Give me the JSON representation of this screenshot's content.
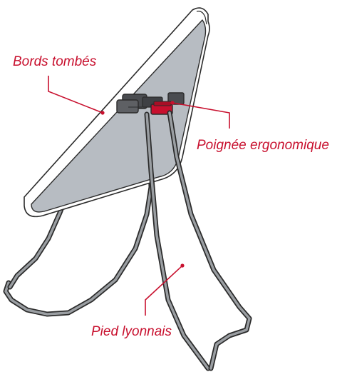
{
  "colors": {
    "accent": "#c8102e",
    "panel_fill": "#b7bcc2",
    "panel_edge": "#ffffff",
    "outline": "#2b2b2b",
    "frame": "#8e9296"
  },
  "callouts": {
    "edges": {
      "label": "Bords tombés"
    },
    "handle": {
      "label": "Poignée ergonomique"
    },
    "stand": {
      "label": "Pied lyonnais"
    }
  }
}
